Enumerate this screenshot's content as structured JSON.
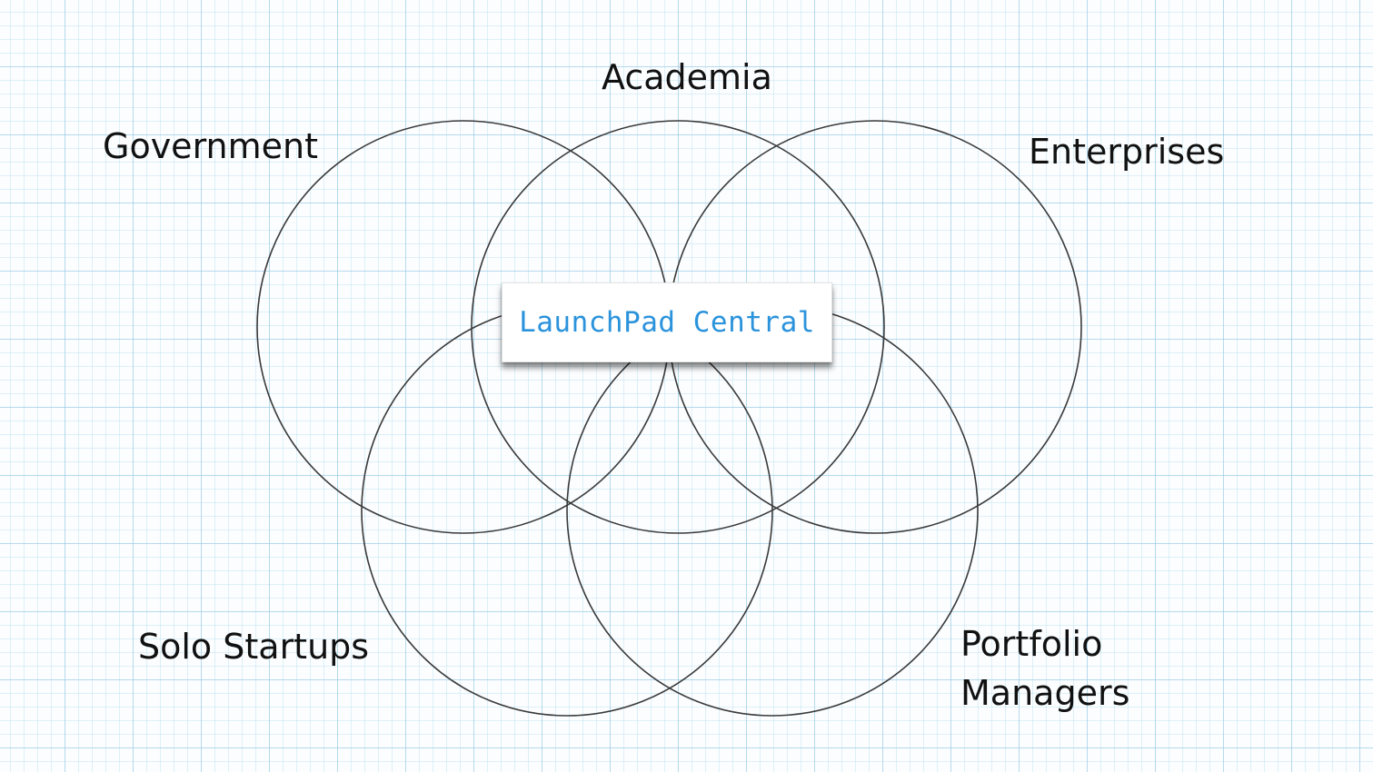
{
  "center": {
    "title": "LaunchPad Central",
    "color": "#2b93dc"
  },
  "segments": [
    {
      "id": "government",
      "label": "Government"
    },
    {
      "id": "academia",
      "label": "Academia"
    },
    {
      "id": "enterprises",
      "label": "Enterprises"
    },
    {
      "id": "solo-startups",
      "label": "Solo Startups"
    },
    {
      "id": "portfolio-managers",
      "label_line1": "Portfolio",
      "label_line2": "Managers"
    }
  ],
  "colors": {
    "ring_stroke": "#3a3a3a",
    "grid_line": "#96c8e1",
    "label_text": "#111111"
  }
}
